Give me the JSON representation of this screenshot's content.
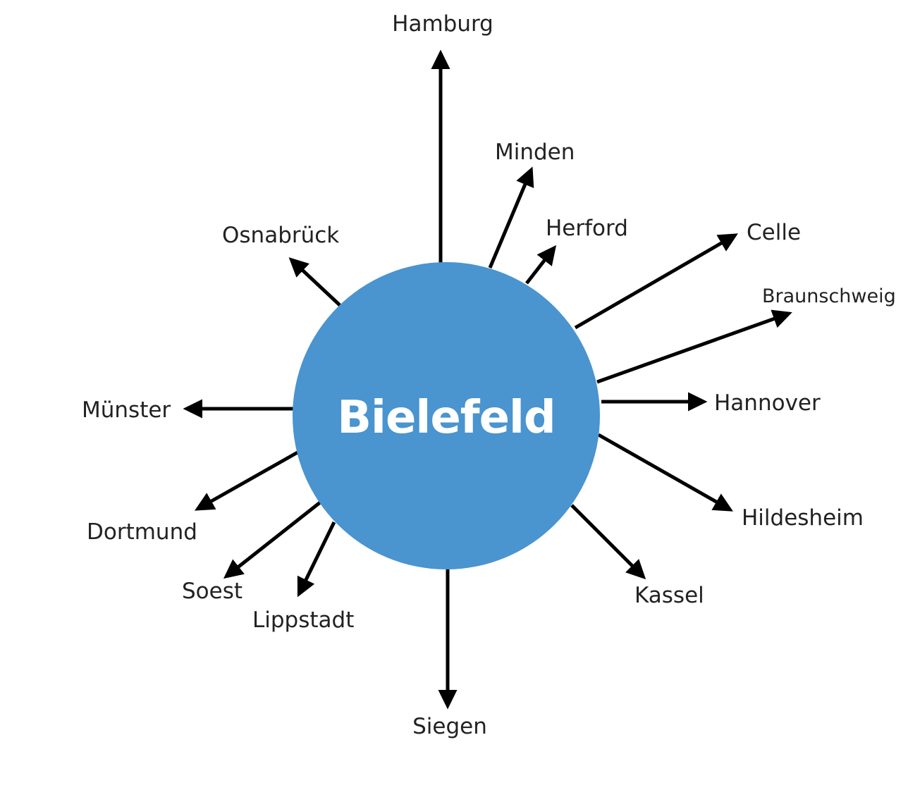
{
  "colors": {
    "circle": "#4a94cf",
    "arrow": "#000000",
    "label": "#222222",
    "center_text": "#ffffff"
  },
  "center": {
    "label": "Bielefeld"
  },
  "cities": {
    "hamburg": "Hamburg",
    "minden": "Minden",
    "herford": "Herford",
    "celle": "Celle",
    "braunschweig": "Braunschweig",
    "hannover": "Hannover",
    "hildesheim": "Hildesheim",
    "kassel": "Kassel",
    "siegen": "Siegen",
    "lippstadt": "Lippstadt",
    "soest": "Soest",
    "dortmund": "Dortmund",
    "muenster": "Münster",
    "osnabrueck": "Osnabrück"
  }
}
